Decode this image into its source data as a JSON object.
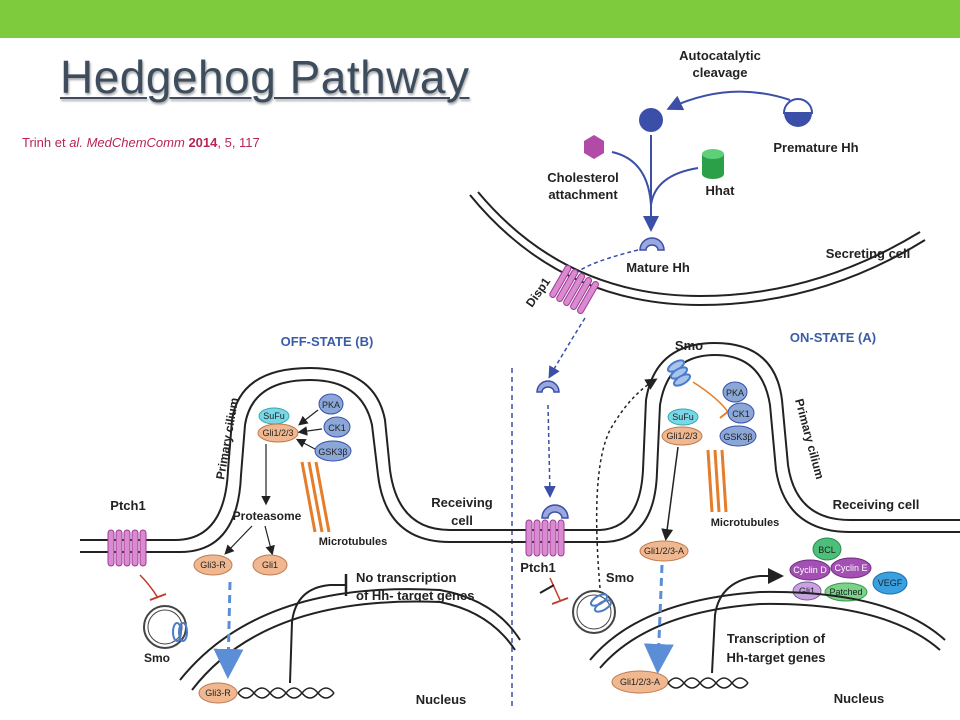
{
  "title": "Hedgehog Pathway",
  "citation": {
    "authors": "Trinh et ",
    "al": "al.",
    "journal": "MedChemComm",
    "year": "2014",
    "rest": ", 5, 117"
  },
  "labels": {
    "autocatalytic": "Autocatalytic",
    "cleavage": "cleavage",
    "premature_hh": "Premature Hh",
    "cholesterol": "Cholesterol",
    "attachment": "attachment",
    "hhat": "Hhat",
    "mature_hh": "Mature Hh",
    "secreting_cell": "Secreting cell",
    "disp1": "Disp1",
    "off_state": "OFF-STATE (B)",
    "on_state": "ON-STATE (A)",
    "primary_cilium": "Primary cilium",
    "smo": "Smo",
    "pka": "PKA",
    "ck1": "CK1",
    "gsk3b": "GSK3β",
    "sufu": "SuFu",
    "gli123": "Gli1/2/3",
    "proteasome": "Proteasome",
    "microtubules": "Microtubules",
    "ptch1": "Ptch1",
    "gli3r": "Gli3-R",
    "gli1": "Gli1",
    "no_transcription_1": "No transcription",
    "no_transcription_2": "of Hh- target genes",
    "receiving_cell": "Receiving",
    "cell": "cell",
    "receiving_cell_full": "Receiving cell",
    "gli123a": "Gli1/2/3-A",
    "transcription_1": "Transcription of",
    "transcription_2": "Hh-target genes",
    "nucleus": "Nucleus",
    "bcl": "BCL",
    "cyclin_d": "Cyclin D",
    "cyclin_e": "Cyclin E",
    "vegf": "VEGF",
    "patched": "Patched"
  },
  "colors": {
    "topbar": "#7ecb3e",
    "title": "#3d4d5e",
    "citation": "#b8245a",
    "state_label": "#3a5ba8",
    "hh_protein": "#3b4fa8",
    "gli": "#f0b890",
    "sufu": "#7ad7e8",
    "kinase": "#8aa7d8",
    "ptch1": "#c04ab0",
    "smo": "#4b7cc8",
    "microtubule": "#e57d2a"
  }
}
